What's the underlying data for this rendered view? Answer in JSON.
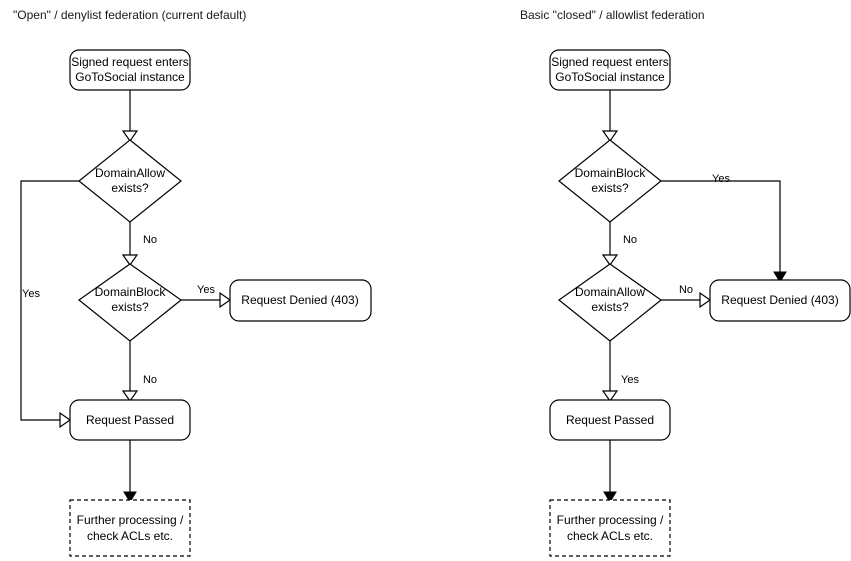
{
  "page": {
    "background": "#ffffff",
    "stroke_color": "#000000",
    "text_color": "#000000"
  },
  "diagrams": [
    {
      "id": "open-denylist",
      "title": "\"Open\" / denylist federation (current default)",
      "nodes": {
        "start": {
          "line1": "Signed request enters",
          "line2": "GoToSocial instance"
        },
        "decision1": {
          "line1": "DomainAllow",
          "line2": "exists?"
        },
        "decision2": {
          "line1": "DomainBlock",
          "line2": "exists?"
        },
        "denied": {
          "label": "Request Denied (403)"
        },
        "passed": {
          "label": "Request Passed"
        },
        "further": {
          "line1": "Further processing /",
          "line2": "check ACLs etc."
        }
      },
      "edge_labels": {
        "allow_no": "No",
        "allow_yes": "Yes",
        "block_yes": "Yes",
        "block_no": "No"
      }
    },
    {
      "id": "closed-allowlist",
      "title": "Basic \"closed\" / allowlist federation",
      "nodes": {
        "start": {
          "line1": "Signed request enters",
          "line2": "GoToSocial instance"
        },
        "decision1": {
          "line1": "DomainBlock",
          "line2": "exists?"
        },
        "decision2": {
          "line1": "DomainAllow",
          "line2": "exists?"
        },
        "denied": {
          "label": "Request Denied (403)"
        },
        "passed": {
          "label": "Request Passed"
        },
        "further": {
          "line1": "Further processing /",
          "line2": "check ACLs etc."
        }
      },
      "edge_labels": {
        "block_yes": "Yes",
        "block_no": "No",
        "allow_no": "No",
        "allow_yes": "Yes"
      }
    }
  ]
}
